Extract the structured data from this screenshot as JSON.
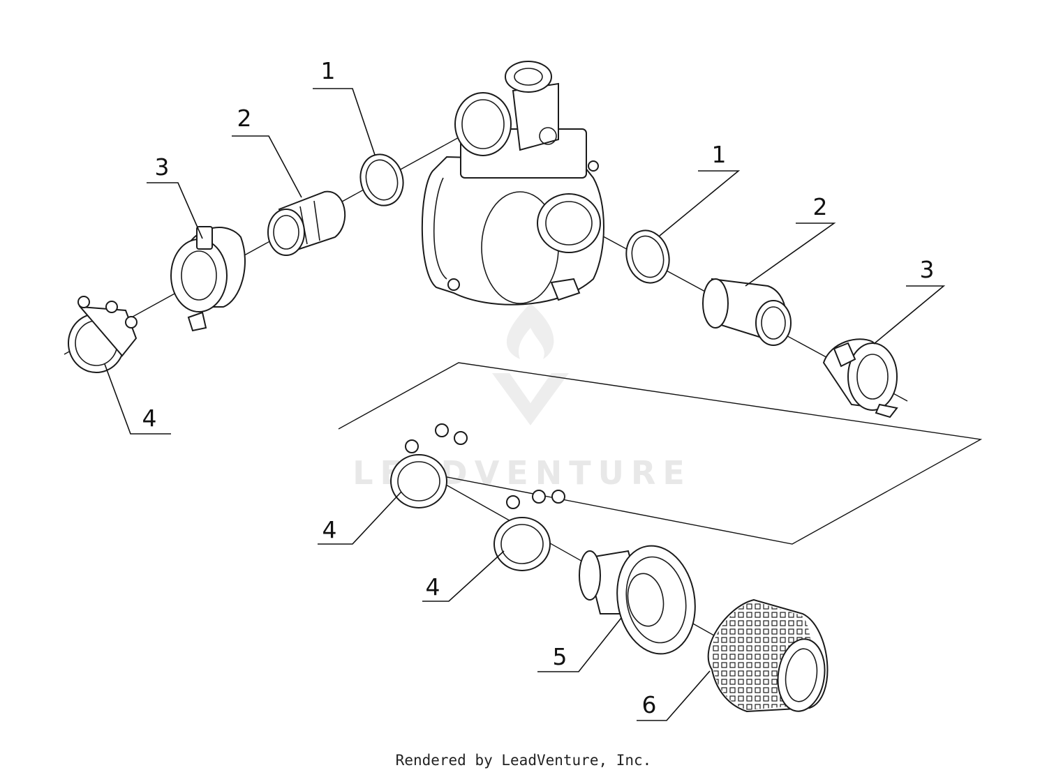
{
  "watermark": {
    "text": "LEADVENTURE"
  },
  "footer": {
    "text": "Rendered by LeadVenture, Inc."
  },
  "callouts": [
    {
      "id": "c1a",
      "label": "1"
    },
    {
      "id": "c2a",
      "label": "2"
    },
    {
      "id": "c3a",
      "label": "3"
    },
    {
      "id": "c4a",
      "label": "4"
    },
    {
      "id": "c1b",
      "label": "1"
    },
    {
      "id": "c2b",
      "label": "2"
    },
    {
      "id": "c3b",
      "label": "3"
    },
    {
      "id": "c4b",
      "label": "4"
    },
    {
      "id": "c4c",
      "label": "4"
    },
    {
      "id": "c5",
      "label": "5"
    },
    {
      "id": "c6",
      "label": "6"
    }
  ]
}
